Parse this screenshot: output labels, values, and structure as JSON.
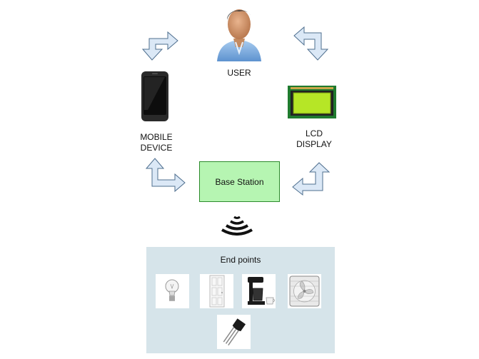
{
  "nodes": {
    "user": {
      "label": "USER"
    },
    "mobile": {
      "label": "MOBILE\nDEVICE"
    },
    "lcd": {
      "label": "LCD\nDISPLAY"
    },
    "base_station": {
      "label": "Base Station"
    }
  },
  "endpoints": {
    "title": "End points",
    "items": [
      "light-bulb",
      "door",
      "coffee-maker",
      "box-fan",
      "transistor-sensor"
    ]
  },
  "colors": {
    "arrow_fill": "#dbe8f6",
    "arrow_stroke": "#4f6f8f",
    "base_fill": "#b6f5b2",
    "panel_fill": "#d6e4ea",
    "lcd_screen": "#b6e626"
  }
}
